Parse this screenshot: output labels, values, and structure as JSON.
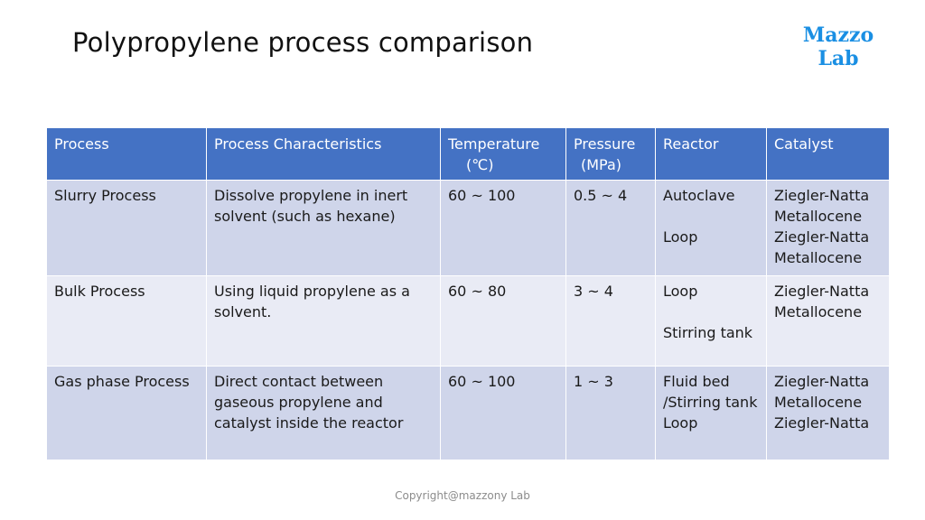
{
  "title": "Polypropylene process comparison",
  "logo": {
    "line1": "Mazzo",
    "line2": "Lab"
  },
  "colors": {
    "header": "#4472c4",
    "row_dark": "#cfd5ea",
    "row_light": "#e9ebf5",
    "logo": "#1a8fe3"
  },
  "table": {
    "headers": {
      "process": "Process",
      "characteristics": "Process Characteristics",
      "temperature": "Temperature",
      "temperature_unit": "(℃)",
      "pressure": "Pressure",
      "pressure_unit": "(MPa)",
      "reactor": "Reactor",
      "catalyst": "Catalyst"
    },
    "rows": [
      {
        "process": "Slurry Process",
        "characteristics": "Dissolve propylene in inert solvent (such as hexane)",
        "temperature": "60 ~ 100",
        "pressure": "0.5 ~ 4",
        "reactor": [
          "Autoclave",
          "Loop"
        ],
        "catalyst": [
          "Ziegler-Natta",
          "Metallocene",
          "Ziegler-Natta",
          "Metallocene"
        ]
      },
      {
        "process": "Bulk Process",
        "characteristics": "Using liquid propylene as a solvent.",
        "temperature": "60 ~ 80",
        "pressure": "3 ~ 4",
        "reactor": [
          "Loop",
          "Stirring tank"
        ],
        "catalyst": [
          "Ziegler-Natta",
          "Metallocene"
        ]
      },
      {
        "process": "Gas phase Process",
        "characteristics": "Direct contact between gaseous propylene and catalyst inside the reactor",
        "temperature": "60 ~ 100",
        "pressure": "1 ~ 3",
        "reactor": [
          "Fluid bed",
          "/Stirring tank",
          "Loop"
        ],
        "catalyst": [
          "Ziegler-Natta",
          "Metallocene",
          "Ziegler-Natta"
        ]
      }
    ]
  },
  "footer": "Copyright@mazzony Lab"
}
